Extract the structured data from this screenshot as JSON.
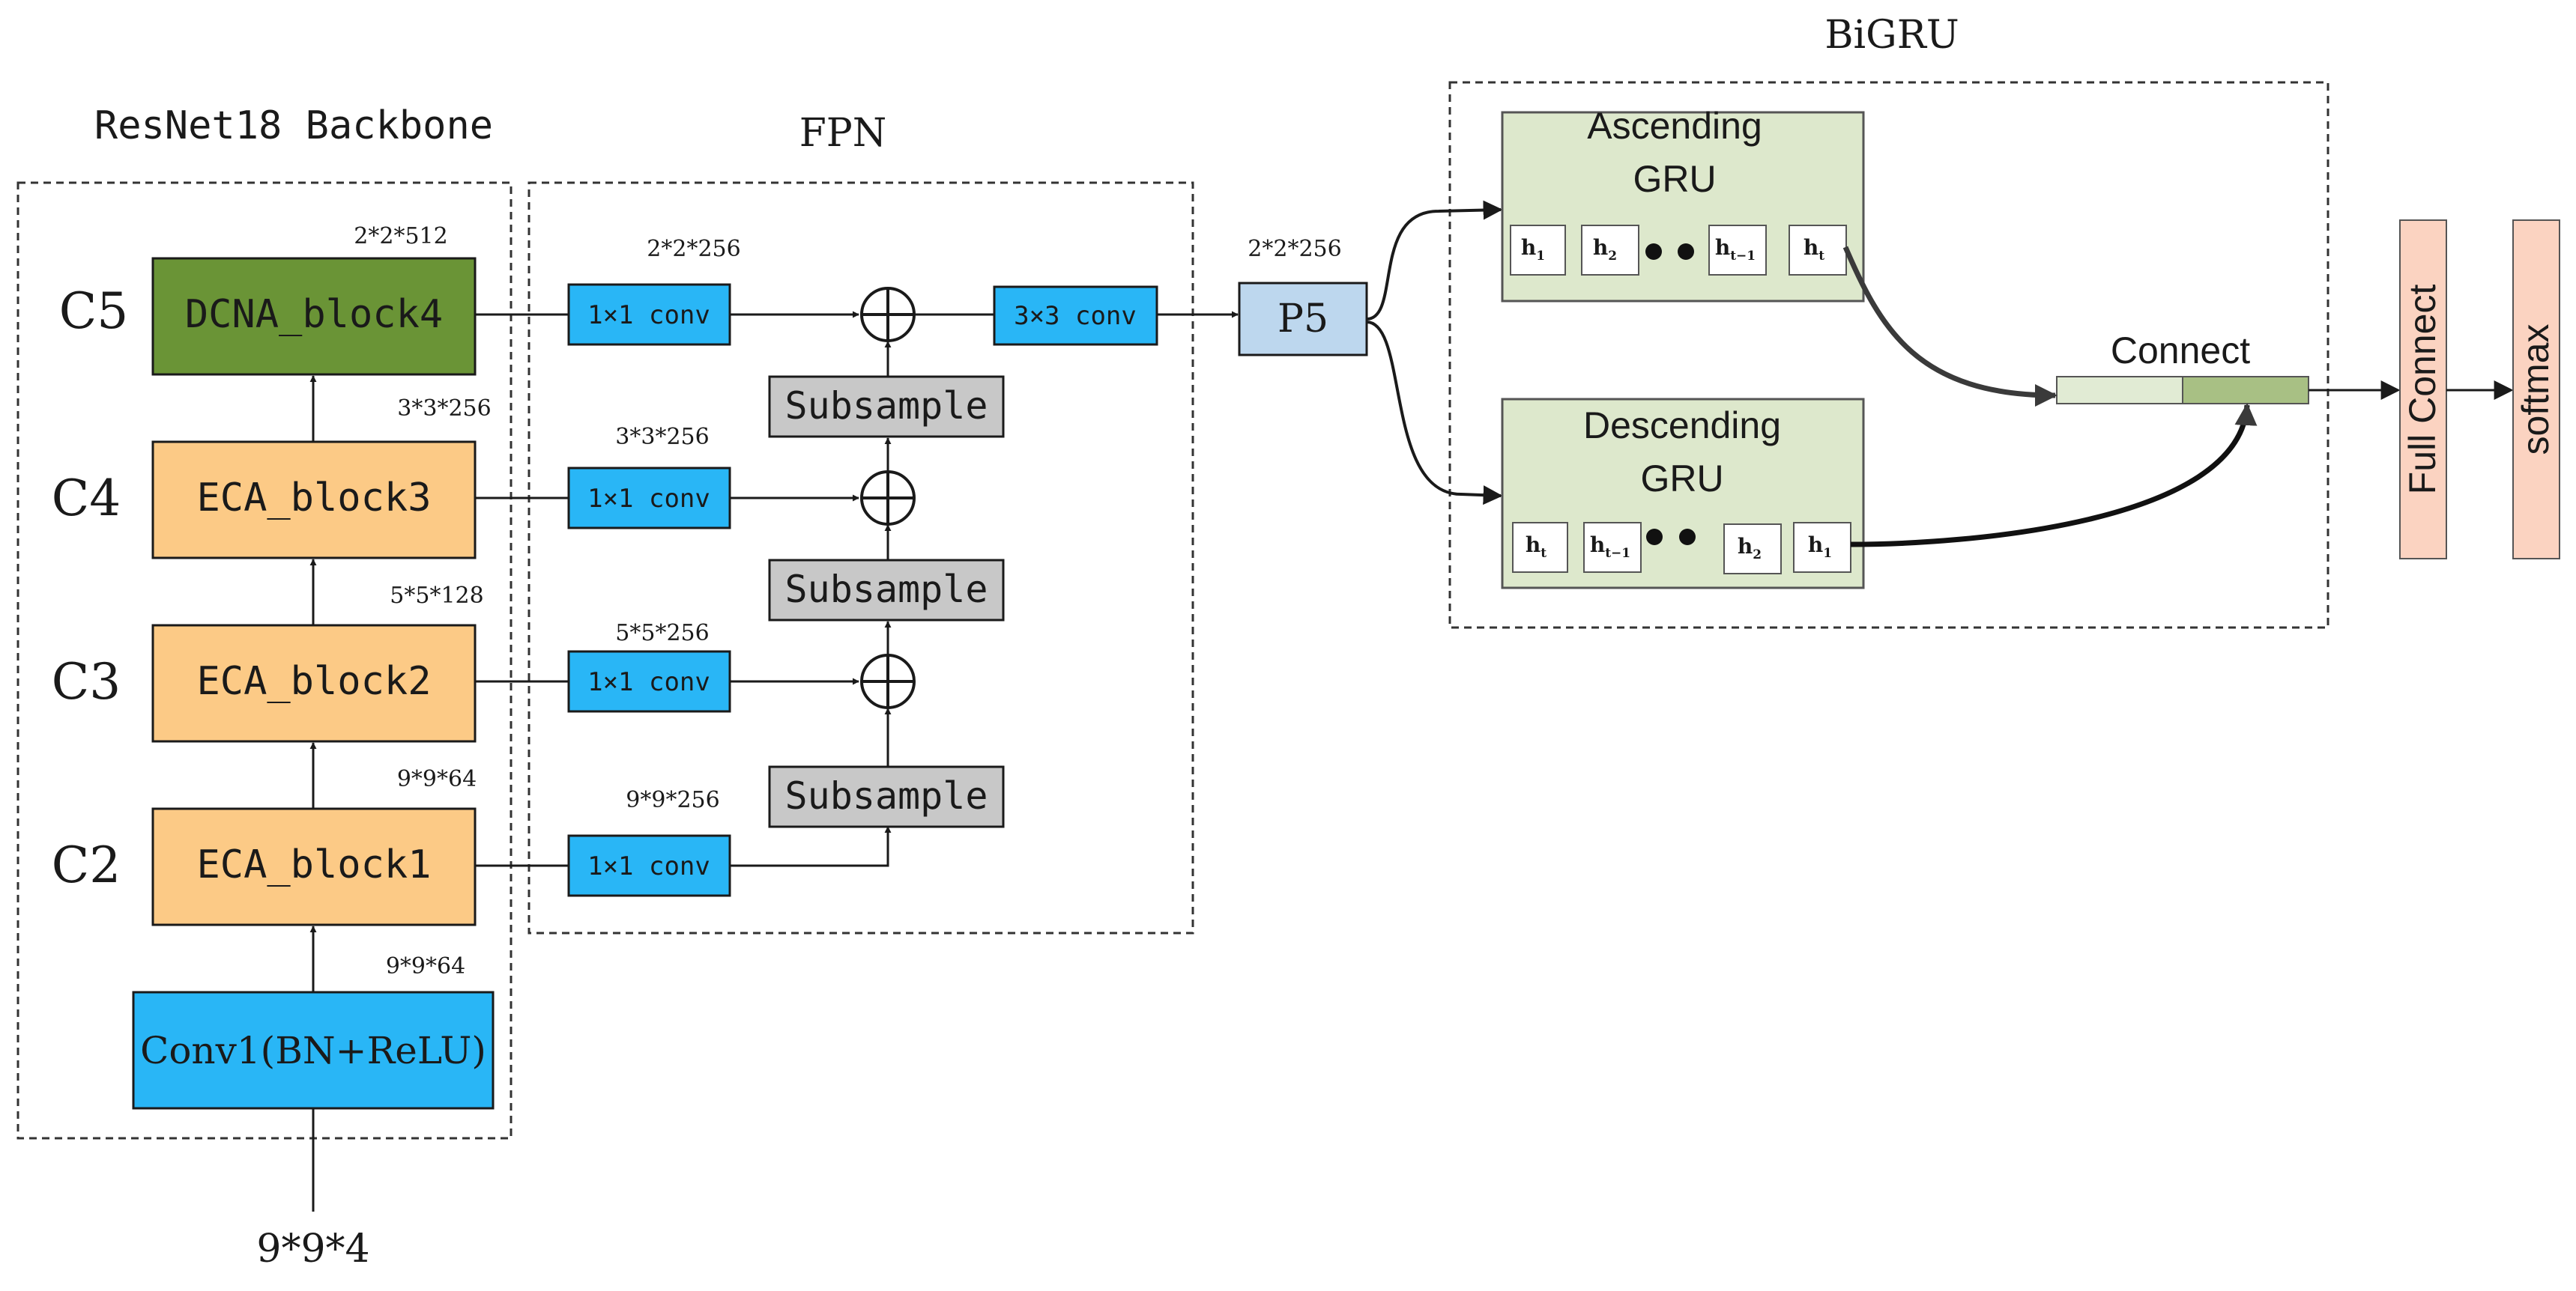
{
  "colors": {
    "conv_blue": "#29b6f6",
    "eca_orange": "#fcca86",
    "dcna_green": "#6a9436",
    "subsample_gray": "#c8c8c8",
    "p5_blue": "#bdd7ee",
    "gru_green": "#dde8cc",
    "connect_light": "#e1ebd4",
    "connect_dark": "#a8c084",
    "fc_peach": "#fbd3c1",
    "line": "#1a1a1a"
  },
  "backbone": {
    "title": "ResNet18 Backbone",
    "input_label": "9*9*4",
    "conv1": "Conv1(BN+ReLU)",
    "conv1_out": "9*9*64",
    "blocks": [
      {
        "stage": "C2",
        "name": "ECA_block1",
        "out": "9*9*64"
      },
      {
        "stage": "C3",
        "name": "ECA_block2",
        "out": "5*5*128"
      },
      {
        "stage": "C4",
        "name": "ECA_block3",
        "out": "3*3*256"
      },
      {
        "stage": "C5",
        "name": "DCNA_block4",
        "out": "2*2*512"
      }
    ]
  },
  "fpn": {
    "title": "FPN",
    "lateral_conv": "1×1 conv",
    "lateral_dims": [
      "9*9*256",
      "5*5*256",
      "3*3*256",
      "2*2*256"
    ],
    "subsample": "Subsample",
    "smooth_conv": "3×3 conv",
    "p5": "P5",
    "p5_dims": "2*2*256"
  },
  "bigru": {
    "title": "BiGRU",
    "ascending": {
      "line1": "Ascending",
      "line2": "GRU"
    },
    "descending": {
      "line1": "Descending",
      "line2": "GRU"
    },
    "connect": "Connect",
    "h_base": "h",
    "ascending_cells": [
      {
        "sub": "1"
      },
      {
        "sub": "2"
      },
      {
        "sub": "t−1"
      },
      {
        "sub": "t"
      }
    ],
    "descending_cells": [
      {
        "sub": "t"
      },
      {
        "sub": "t−1"
      },
      {
        "sub": "2"
      },
      {
        "sub": "1"
      }
    ]
  },
  "head": {
    "full_connect": "Full Connect",
    "softmax": "softmax"
  }
}
